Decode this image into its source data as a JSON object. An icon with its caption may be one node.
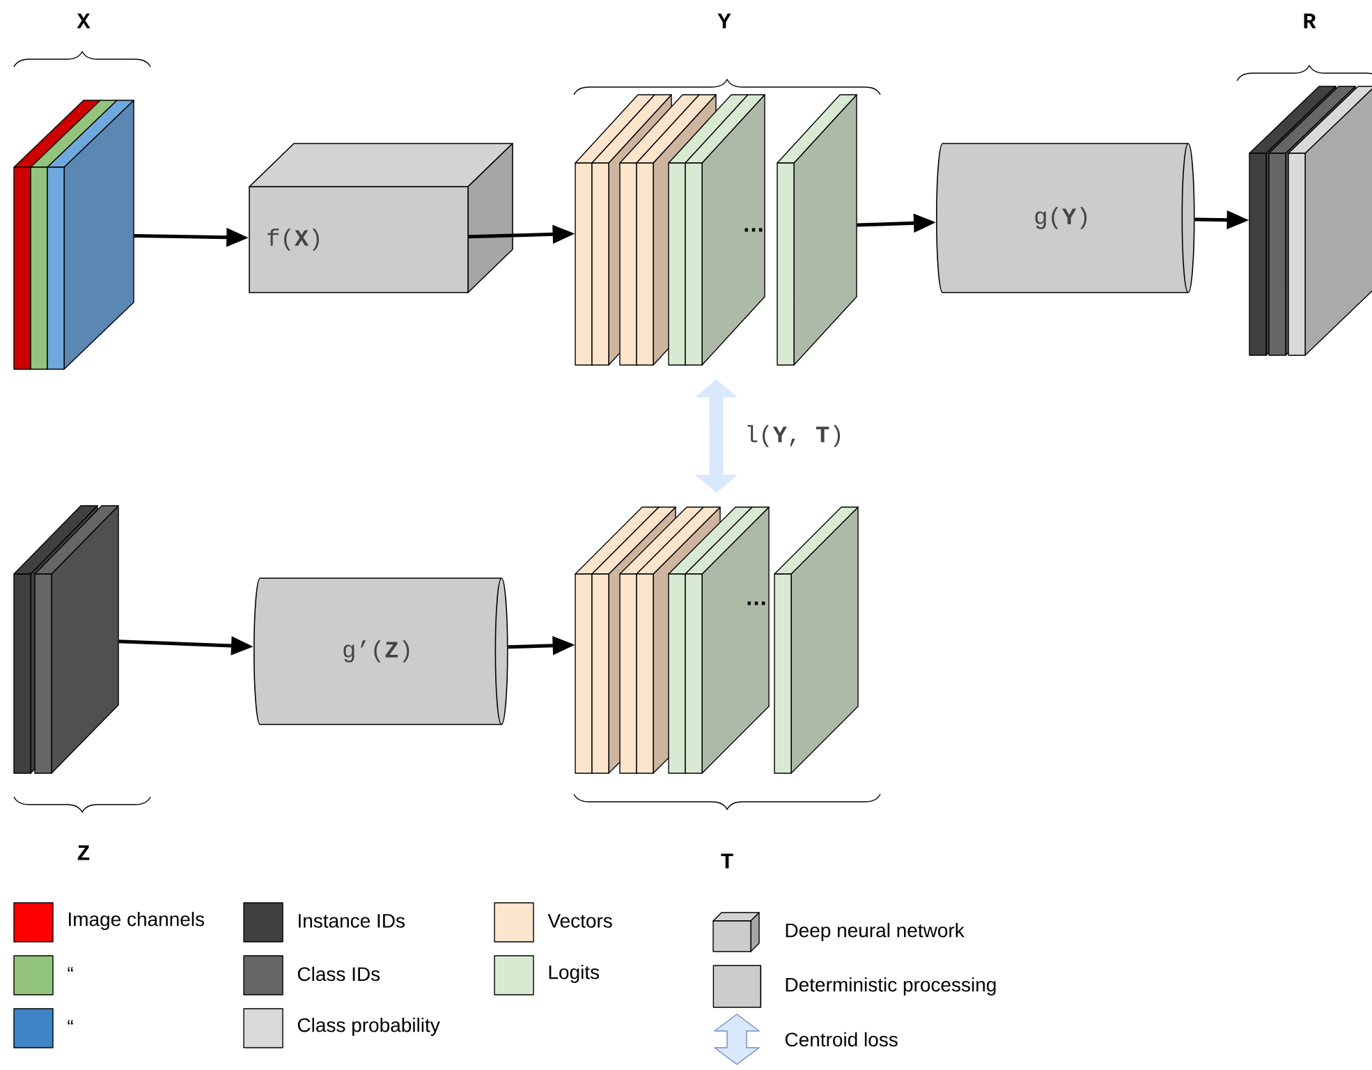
{
  "diagram": {
    "nodes": [
      {
        "text": [
          "X"
        ]
      },
      {
        "text": [
          "f(**X**)"
        ]
      },
      {
        "text": [
          "Y"
        ]
      },
      {
        "text": [
          "g(**Y**)"
        ]
      },
      {
        "text": [
          "R"
        ]
      },
      {
        "text": [
          "Z"
        ]
      },
      {
        "text": [
          "g’(**Z**)"
        ]
      },
      {
        "text": [
          "T"
        ]
      }
    ],
    "edges": [
      {
        "from": 0,
        "to": 1,
        "arrow": "to"
      },
      {
        "from": 1,
        "to": 2,
        "arrow": "to"
      },
      {
        "from": 2,
        "to": 3,
        "arrow": "to"
      },
      {
        "from": 3,
        "to": 4,
        "arrow": "to"
      },
      {
        "from": 2,
        "to": 7,
        "arrow": "both",
        "label": "l(**Y**, **T**)",
        "style": "thick",
        "color": "#dae8fc"
      },
      {
        "from": 5,
        "to": 6,
        "arrow": "to"
      },
      {
        "from": 6,
        "to": 7,
        "arrow": "to"
      }
    ],
    "labels": [
      "…",
      "…"
    ],
    "legend": [
      {
        "text": "Image channels",
        "color": "#ff0000"
      },
      {
        "text": "“",
        "color": "#93c47d"
      },
      {
        "text": "“",
        "color": "#3d85c6"
      },
      {
        "text": "Instance IDs",
        "color": "#404040"
      },
      {
        "text": "Class IDs",
        "color": "#666666"
      },
      {
        "text": "Class probability",
        "color": "#d9d9d9"
      },
      {
        "text": "Vectors",
        "color": "#fce5cd"
      },
      {
        "text": "Logits",
        "color": "#d9ead3"
      },
      {
        "text": "Deep neural network"
      },
      {
        "text": "Deterministic processing"
      },
      {
        "text": "Centroid loss"
      }
    ]
  }
}
